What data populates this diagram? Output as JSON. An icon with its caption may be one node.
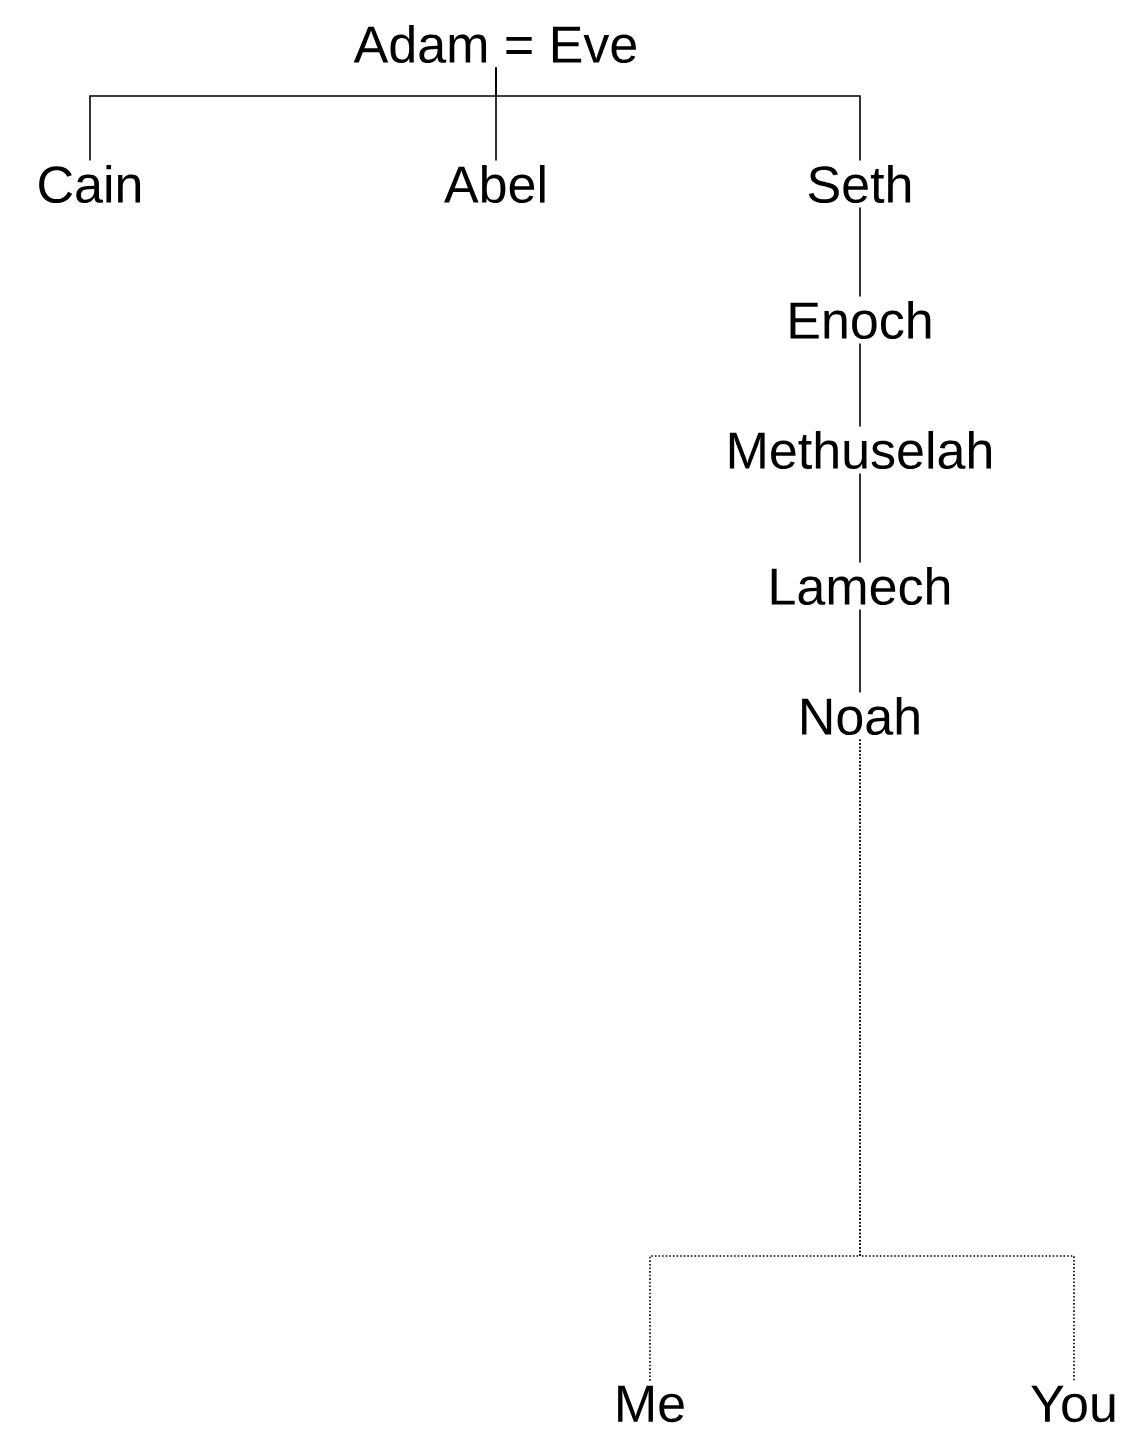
{
  "diagram": {
    "nodes": [
      {
        "text": [
          "Adam = Eve"
        ]
      },
      {
        "text": [
          "Cain"
        ]
      },
      {
        "text": [
          "Abel"
        ]
      },
      {
        "text": [
          "Seth"
        ]
      },
      {
        "text": [
          "Enoch"
        ]
      },
      {
        "text": [
          "Methuselah"
        ]
      },
      {
        "text": [
          "Lamech"
        ]
      },
      {
        "text": [
          "Noah"
        ]
      },
      {
        "text": [
          "Me"
        ]
      },
      {
        "text": [
          "You"
        ]
      }
    ],
    "edges": [
      {
        "from": 0,
        "to": 1,
        "arrow": "none"
      },
      {
        "from": 0,
        "to": 2,
        "arrow": "none"
      },
      {
        "from": 0,
        "to": 3,
        "arrow": "none"
      },
      {
        "from": 3,
        "to": 4,
        "arrow": "none"
      },
      {
        "from": 4,
        "to": 5,
        "arrow": "none"
      },
      {
        "from": 5,
        "to": 6,
        "arrow": "none"
      },
      {
        "from": 6,
        "to": 7,
        "arrow": "none"
      },
      {
        "from": 7,
        "to": 8,
        "arrow": "none",
        "style": "dashed"
      },
      {
        "from": 7,
        "to": 9,
        "arrow": "none",
        "style": "dashed"
      }
    ]
  }
}
